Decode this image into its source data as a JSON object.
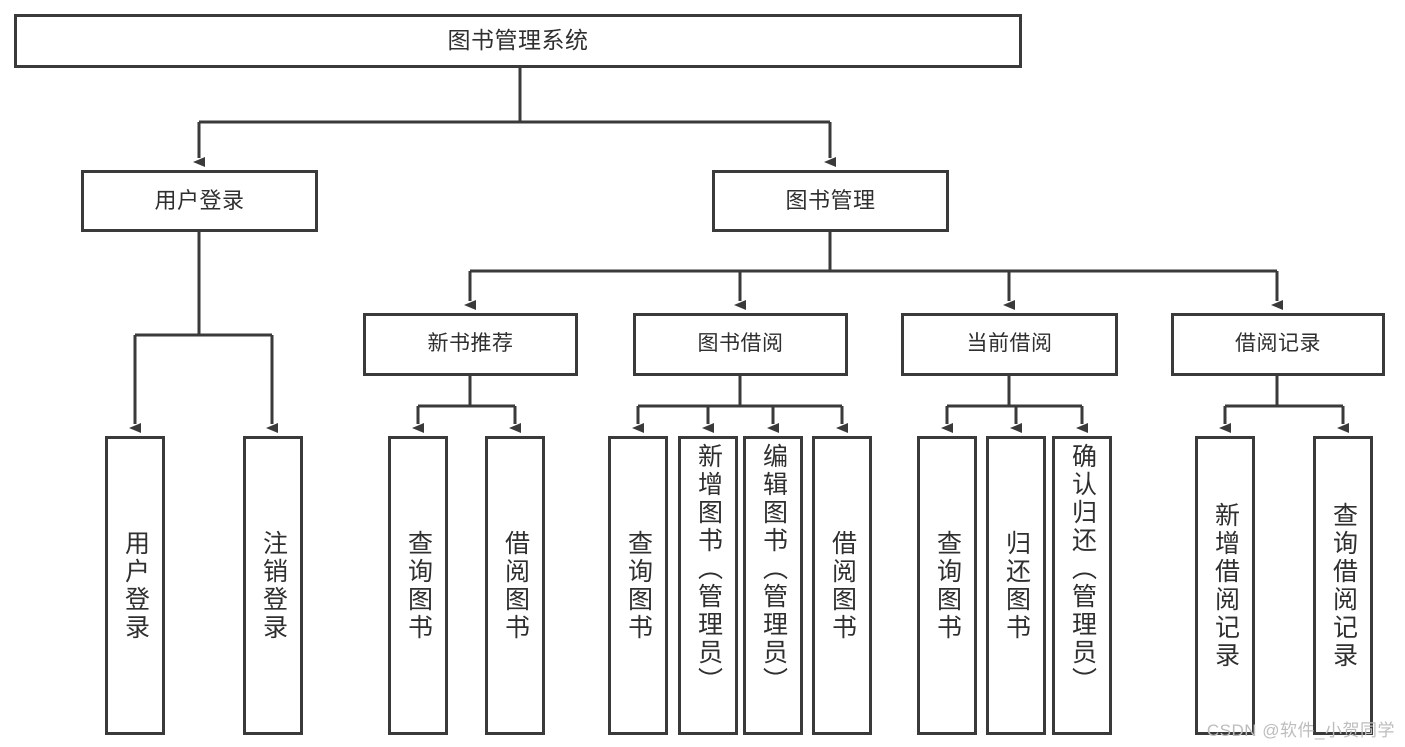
{
  "diagram": {
    "type": "tree-hierarchy-chart",
    "title": "图书管理系统",
    "line_color": "#3a3a3a",
    "text_color": "#2f2f2f",
    "background": "#ffffff",
    "root": {
      "id": "root",
      "label": "图书管理系统"
    },
    "level1": [
      {
        "id": "user-login",
        "label": "用户登录"
      },
      {
        "id": "book-manage",
        "label": "图书管理"
      }
    ],
    "level2": [
      {
        "id": "new-book-rec",
        "label": "新书推荐",
        "parent": "book-manage"
      },
      {
        "id": "book-borrow",
        "label": "图书借阅",
        "parent": "book-manage"
      },
      {
        "id": "current-borrow",
        "label": "当前借阅",
        "parent": "book-manage"
      },
      {
        "id": "borrow-record",
        "label": "借阅记录",
        "parent": "book-manage"
      }
    ],
    "leaves": [
      {
        "id": "user-login-leaf",
        "label": "用户登录",
        "parent": "user-login"
      },
      {
        "id": "user-logout-leaf",
        "label": "注销登录",
        "parent": "user-login"
      },
      {
        "id": "nb-query",
        "label": "查询图书",
        "parent": "new-book-rec"
      },
      {
        "id": "nb-borrow",
        "label": "借阅图书",
        "parent": "new-book-rec"
      },
      {
        "id": "bb-query",
        "label": "查询图书",
        "parent": "book-borrow"
      },
      {
        "id": "bb-add",
        "label": "新增图书（管理员）",
        "parent": "book-borrow"
      },
      {
        "id": "bb-edit",
        "label": "编辑图书（管理员）",
        "parent": "book-borrow"
      },
      {
        "id": "bb-borrow",
        "label": "借阅图书",
        "parent": "book-borrow"
      },
      {
        "id": "cb-query",
        "label": "查询图书",
        "parent": "current-borrow"
      },
      {
        "id": "cb-return",
        "label": "归还图书",
        "parent": "current-borrow"
      },
      {
        "id": "cb-confirm",
        "label": "确认归还（管理员）",
        "parent": "current-borrow"
      },
      {
        "id": "br-add",
        "label": "新增借阅记录",
        "parent": "borrow-record"
      },
      {
        "id": "br-query",
        "label": "查询借阅记录",
        "parent": "borrow-record"
      }
    ]
  },
  "watermark": {
    "text": "CSDN @软件_小贺同学"
  }
}
